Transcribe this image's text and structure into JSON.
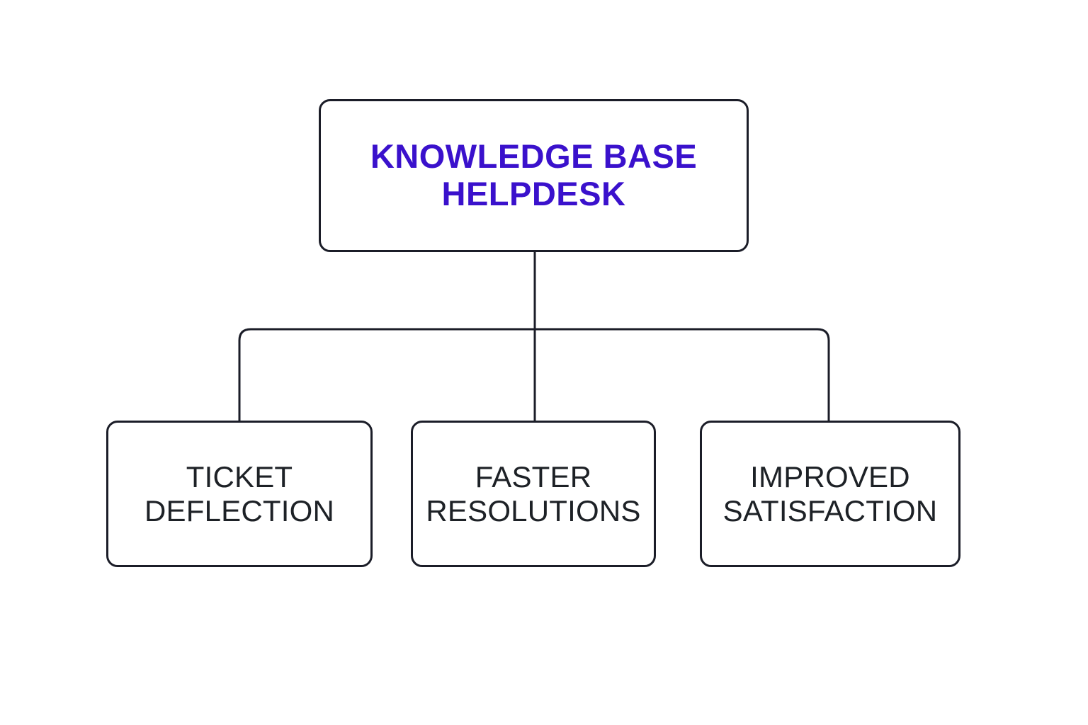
{
  "diagram": {
    "type": "org-chart",
    "title": "Knowledge Base Helpdesk benefits tree",
    "background_color": "#ffffff",
    "root": {
      "label": "KNOWLEDGE BASE\nHELPDESK",
      "text_color": "#3a11cc",
      "border_color": "#1b1d28",
      "fill_color": "#ffffff"
    },
    "children": [
      {
        "label": "TICKET\nDEFLECTION",
        "text_color": "#1d2126",
        "border_color": "#1b1d28",
        "fill_color": "#ffffff"
      },
      {
        "label": "FASTER\nRESOLUTIONS",
        "text_color": "#1d2126",
        "border_color": "#1b1d28",
        "fill_color": "#ffffff"
      },
      {
        "label": "IMPROVED\nSATISFACTION",
        "text_color": "#1d2126",
        "border_color": "#1b1d28",
        "fill_color": "#ffffff"
      }
    ],
    "connectors": {
      "style": "elbow-rounded",
      "line_color": "#1b1d28",
      "line_width": 3
    }
  }
}
